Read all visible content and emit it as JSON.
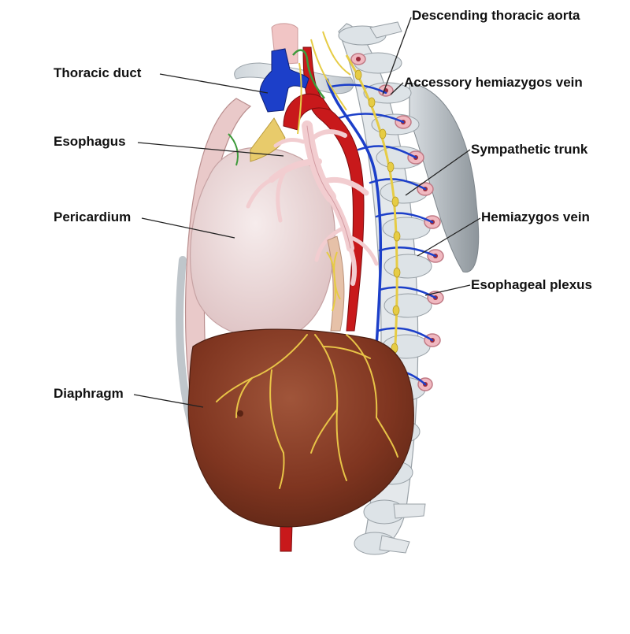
{
  "labels": {
    "thoracic_duct": "Thoracic duct",
    "esophagus": "Esophagus",
    "pericardium": "Pericardium",
    "diaphragm": "Diaphragm",
    "descending_thoracic_aorta": "Descending thoracic aorta",
    "accessory_hemiazygos_vein": "Accessory hemiazygos vein",
    "sympathetic_trunk": "Sympathetic trunk",
    "hemiazygos_vein": "Hemiazygos vein",
    "esophageal_plexus": "Esophageal plexus"
  },
  "colors": {
    "artery": "#c8191b",
    "vein": "#1c3fc9",
    "nerve": "#e6cc45",
    "diaphragm": "#8a3a22",
    "pericardium": "#ecd6d6",
    "bone": "#dde3e8",
    "leader_line": "#222222"
  }
}
